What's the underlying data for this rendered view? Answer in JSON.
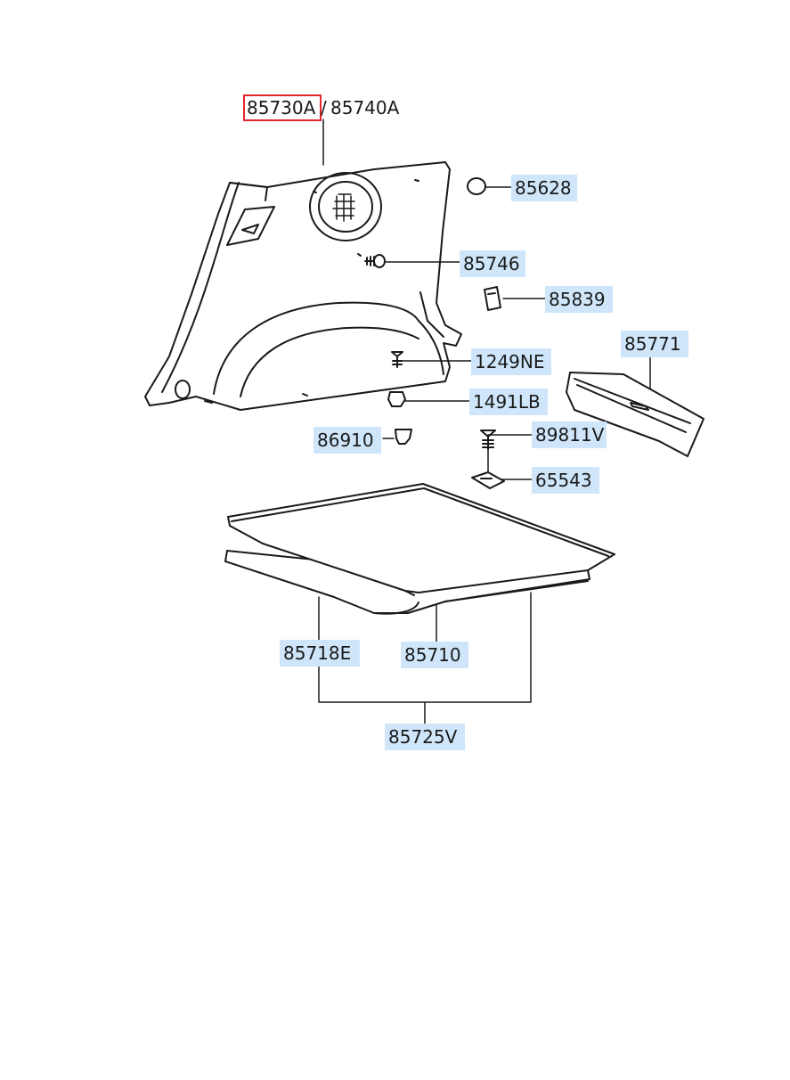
{
  "diagram": {
    "labels": [
      {
        "id": "85730A",
        "text": "85730A",
        "state": "selected"
      },
      {
        "id": "85740A",
        "text": "85740A",
        "state": "highlight"
      },
      {
        "id": "85628",
        "text": "85628",
        "state": "highlight"
      },
      {
        "id": "85746",
        "text": "85746",
        "state": "highlight"
      },
      {
        "id": "85839",
        "text": "85839",
        "state": "highlight"
      },
      {
        "id": "85771",
        "text": "85771",
        "state": "highlight"
      },
      {
        "id": "1249NE",
        "text": "1249NE",
        "state": "highlight"
      },
      {
        "id": "1491LB",
        "text": "1491LB",
        "state": "highlight"
      },
      {
        "id": "86910",
        "text": "86910",
        "state": "highlight"
      },
      {
        "id": "89811V",
        "text": "89811V",
        "state": "highlight"
      },
      {
        "id": "65543",
        "text": "65543",
        "state": "highlight"
      },
      {
        "id": "85718E",
        "text": "85718E",
        "state": "highlight"
      },
      {
        "id": "85710",
        "text": "85710",
        "state": "highlight"
      },
      {
        "id": "85725V",
        "text": "85725V",
        "state": "highlight"
      }
    ],
    "separator": "/",
    "colors": {
      "highlight": "#cfe6fa",
      "selected_border": "#e0262b",
      "line": "#1a1a1a"
    }
  }
}
